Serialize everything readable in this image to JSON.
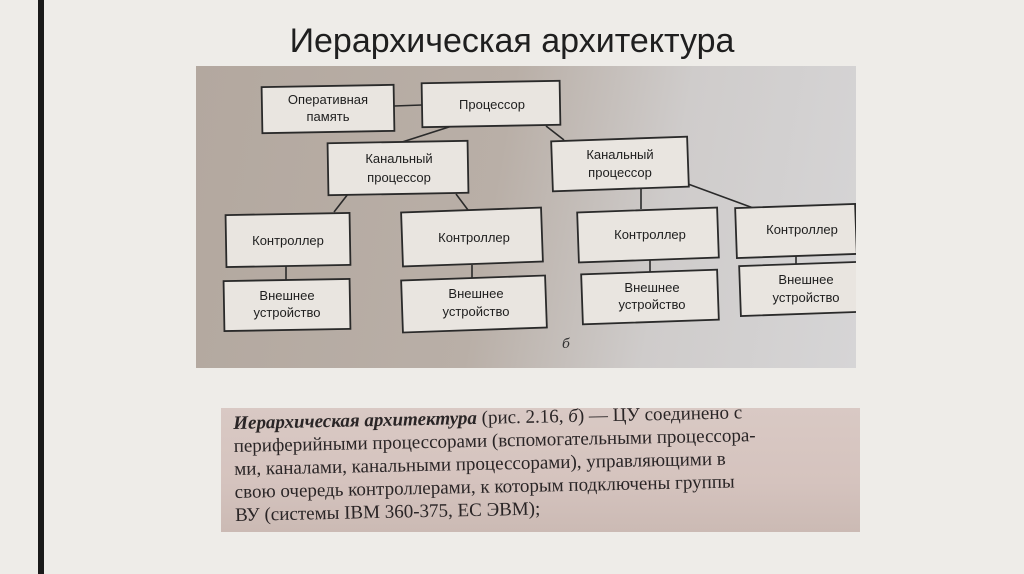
{
  "slide": {
    "title": "Иерархическая архитектура"
  },
  "diagram": {
    "nodes": {
      "ram": [
        "Оперативная",
        "память"
      ],
      "cpu": [
        "Процессор"
      ],
      "ch1": [
        "Канальный",
        "процессор"
      ],
      "ch2": [
        "Канальный",
        "процессор"
      ],
      "ctl1": [
        "Контроллер"
      ],
      "ctl2": [
        "Контроллер"
      ],
      "ctl3": [
        "Контроллер"
      ],
      "ctl4": [
        "Контроллер"
      ],
      "dev1": [
        "Внешнее",
        "устройство"
      ],
      "dev2": [
        "Внешнее",
        "устройство"
      ],
      "dev3": [
        "Внешнее",
        "устройство"
      ],
      "dev4": [
        "Внешнее",
        "устройство"
      ]
    },
    "caption": "б"
  },
  "description": {
    "lead_italic": "Иерархическая архитектура",
    "lead_rest": " (рис. 2.16, ",
    "fig_letter": "б",
    "line1_end": ") — ЦУ соединено с",
    "line2": "периферийными процессорами (вспомогательными процессора-",
    "line3": "ми, каналами, канальными процессорами), управляющими в",
    "line4": "свою очередь контроллерами, к которым подключены группы",
    "line5": "ВУ (системы IBM 360-375, ЕС ЭВМ);"
  }
}
